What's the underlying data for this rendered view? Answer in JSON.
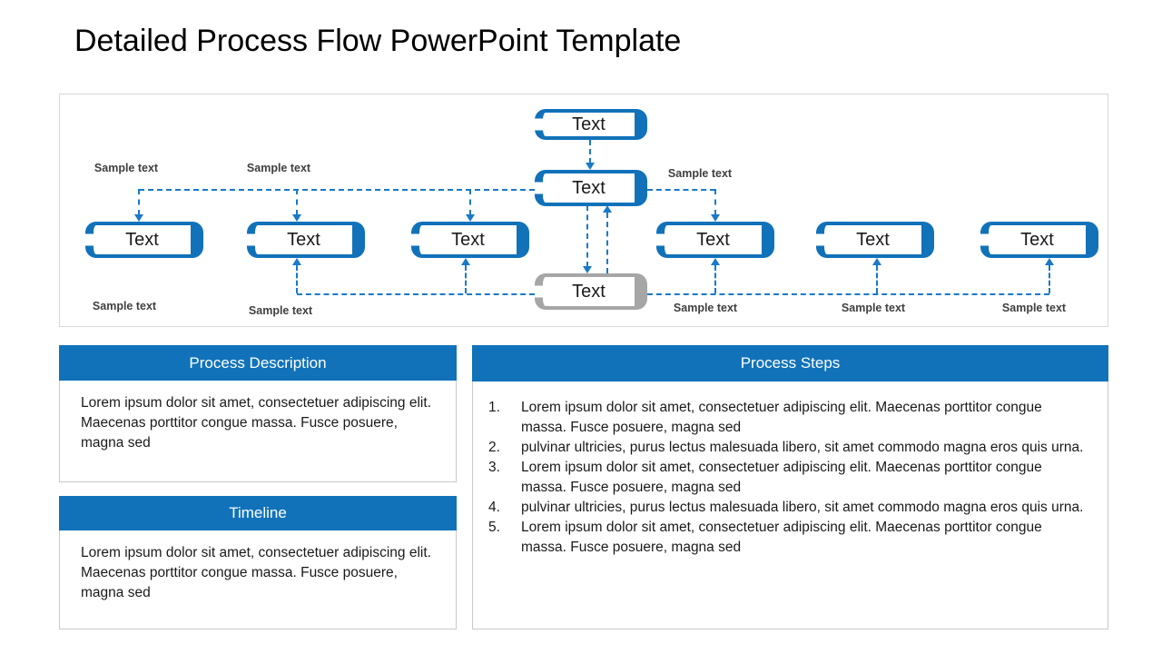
{
  "title": "Detailed Process Flow PowerPoint Template",
  "colors": {
    "accent_blue": "#1172BA",
    "connector_blue": "#1A79C8",
    "gray_box_border": "#A6A6A6",
    "sample_label_gray": "#404040"
  },
  "flowchart": {
    "boxes": [
      {
        "id": "top",
        "label": "Text"
      },
      {
        "id": "hub",
        "label": "Text"
      },
      {
        "id": "row-1",
        "label": "Text"
      },
      {
        "id": "row-2",
        "label": "Text"
      },
      {
        "id": "row-3",
        "label": "Text"
      },
      {
        "id": "row-4",
        "label": "Text"
      },
      {
        "id": "row-5",
        "label": "Text"
      },
      {
        "id": "row-6",
        "label": "Text"
      },
      {
        "id": "bottom-gray",
        "label": "Text"
      }
    ],
    "sample_labels": [
      "Sample text",
      "Sample text",
      "Sample text",
      "Sample text",
      "Sample text",
      "Sample text",
      "Sample text",
      "Sample text"
    ]
  },
  "panels": {
    "description": {
      "title": "Process Description",
      "body": "Lorem ipsum dolor sit amet, consectetuer adipiscing elit.  Maecenas porttitor congue massa. Fusce posuere, magna sed"
    },
    "timeline": {
      "title": "Timeline",
      "body": "Lorem ipsum dolor sit amet, consectetuer adipiscing elit.  Maecenas porttitor congue massa. Fusce posuere, magna sed"
    },
    "steps": {
      "title": "Process Steps",
      "items": [
        {
          "num": "1.",
          "text": "Lorem ipsum dolor sit amet, consectetuer adipiscing elit.  Maecenas porttitor congue massa. Fusce posuere, magna sed"
        },
        {
          "num": "2.",
          "text": "pulvinar ultricies, purus lectus malesuada libero, sit amet commodo magna eros quis urna."
        },
        {
          "num": "3.",
          "text": "Lorem ipsum dolor sit amet, consectetuer adipiscing elit.  Maecenas porttitor congue massa. Fusce posuere, magna sed"
        },
        {
          "num": "4.",
          "text": "pulvinar ultricies, purus lectus malesuada libero, sit amet commodo magna eros quis urna."
        },
        {
          "num": "5.",
          "text": "Lorem ipsum dolor sit amet, consectetuer adipiscing elit.  Maecenas porttitor congue massa. Fusce posuere, magna sed"
        }
      ]
    }
  }
}
